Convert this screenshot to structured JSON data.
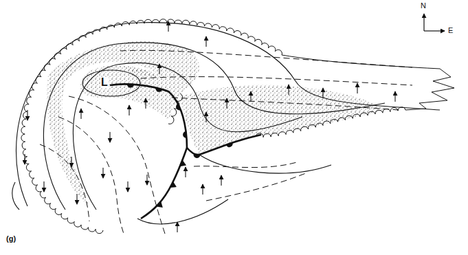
{
  "diagram": {
    "labels": [
      "N",
      "E",
      "L",
      "(g)"
    ]
  }
}
